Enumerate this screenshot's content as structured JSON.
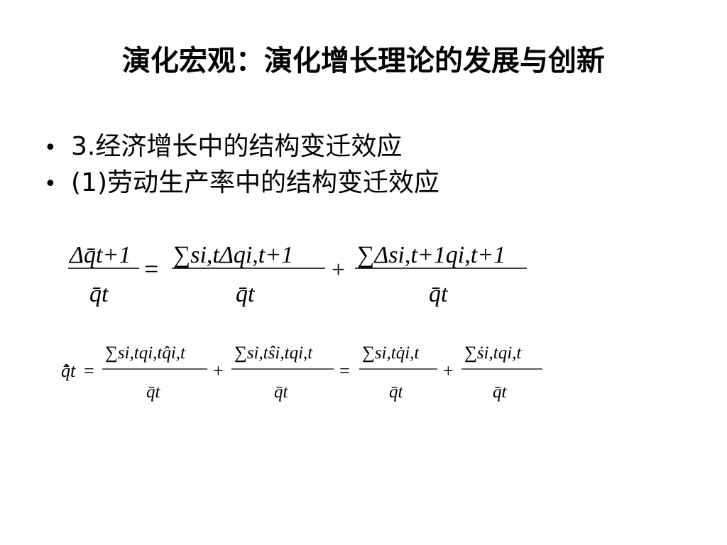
{
  "slide": {
    "title": "演化宏观：演化增长理论的发展与创新",
    "bullets": [
      {
        "marker": "•",
        "text": "3.经济增长中的结构变迁效应"
      },
      {
        "marker": "•",
        "text": "(1)劳动生产率中的结构变迁效应"
      }
    ]
  },
  "equations": {
    "eq1": {
      "lhs_num": "Δq̄t+1",
      "lhs_den": "q̄t",
      "equals": "=",
      "term1_num": "∑si,tΔqi,t+1",
      "term1_den": "q̄t",
      "plus": "+",
      "term2_num": "∑Δsi,t+1qi,t+1",
      "term2_den": "q̄t"
    },
    "eq2": {
      "lhs": "q̄̂t",
      "eq_a": "=",
      "t1_num": "∑si,tqi,tq̂i,t",
      "t1_den": "q̄t",
      "plus_a": "+",
      "t2_num": "∑si,tŝi,tqi,t",
      "t2_den": "q̄t",
      "eq_b": "=",
      "t3_num": "∑si,tq̇i,t",
      "t3_den": "q̄t",
      "plus_b": "+",
      "t4_num": "∑ṡi,tqi,t",
      "t4_den": "q̄t"
    }
  }
}
